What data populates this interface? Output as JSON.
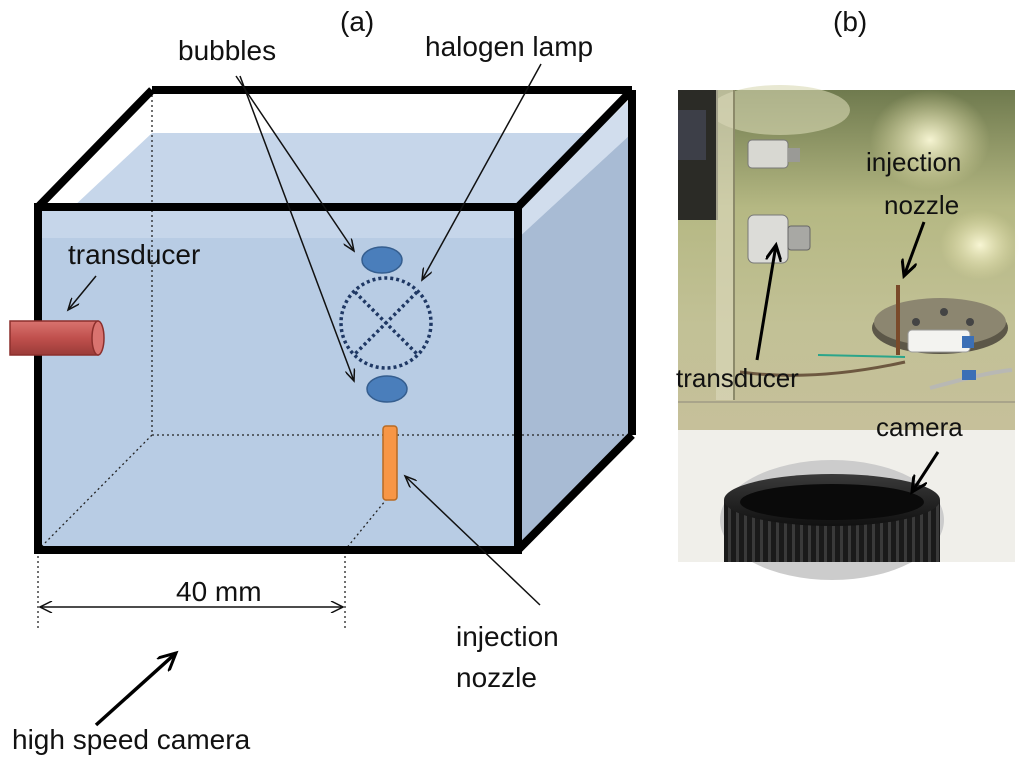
{
  "panels": {
    "a": {
      "label": "(a)",
      "labels": {
        "bubbles": "bubbles",
        "halogen_lamp": "halogen lamp",
        "transducer": "transducer",
        "dimension": "40 mm",
        "injection_nozzle_line1": "injection",
        "injection_nozzle_line2": "nozzle",
        "high_speed_camera": "high speed camera"
      }
    },
    "b": {
      "label": "(b)",
      "labels": {
        "injection_nozzle_line1": "injection",
        "injection_nozzle_line2": "nozzle",
        "transducer": "transducer",
        "camera": "camera"
      }
    }
  },
  "colors": {
    "water": "#b8cce4",
    "water_side": "#a9bdd6",
    "bubble": "#4a7ebb",
    "transducer": "#c0504d",
    "nozzle": "#f79646",
    "frame": "#000000"
  }
}
